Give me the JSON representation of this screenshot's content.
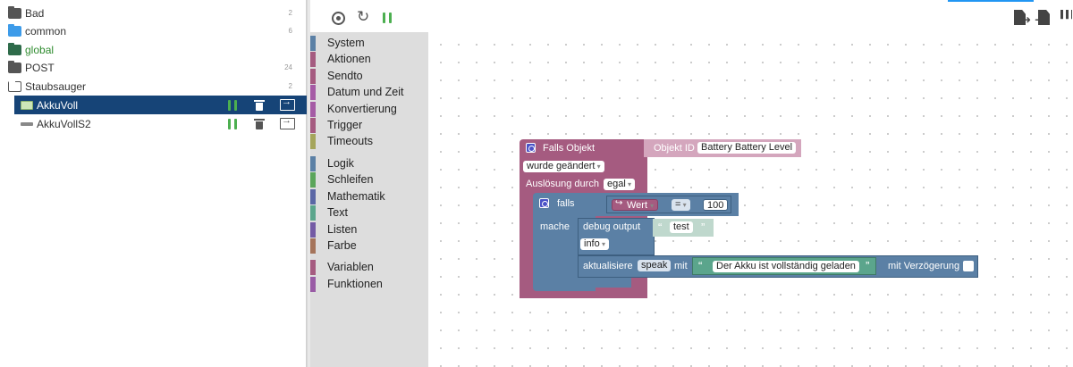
{
  "tree": {
    "folders": [
      {
        "name": "Bad",
        "count": "2",
        "color": "#555555"
      },
      {
        "name": "common",
        "count": "6",
        "color": "#3d9be9"
      },
      {
        "name": "global",
        "count": "",
        "color": "#2e6b4a",
        "text_color": "#2e8b2e"
      },
      {
        "name": "POST",
        "count": "24",
        "color": "#555555"
      },
      {
        "name": "Staubsauger",
        "count": "2",
        "color": "#555555"
      }
    ],
    "scripts": [
      {
        "name": "AkkuVoll",
        "selected": true
      },
      {
        "name": "AkkuVollS2",
        "selected": false
      }
    ]
  },
  "toolbox": {
    "categories": [
      {
        "label": "System",
        "color": "#5b80a5"
      },
      {
        "label": "Aktionen",
        "color": "#a55b80"
      },
      {
        "label": "Sendto",
        "color": "#a55b80"
      },
      {
        "label": "Datum und Zeit",
        "color": "#a55ba5"
      },
      {
        "label": "Konvertierung",
        "color": "#a55ba5"
      },
      {
        "label": "Trigger",
        "color": "#a55b80"
      },
      {
        "label": "Timeouts",
        "color": "#a5a55b"
      },
      {
        "label": "Logik",
        "color": "#5b80a5"
      },
      {
        "label": "Schleifen",
        "color": "#5ba55b"
      },
      {
        "label": "Mathematik",
        "color": "#5b67a5"
      },
      {
        "label": "Text",
        "color": "#5ba58c"
      },
      {
        "label": "Listen",
        "color": "#745ba5"
      },
      {
        "label": "Farbe",
        "color": "#a5745b"
      },
      {
        "label": "Variablen",
        "color": "#a55b80"
      },
      {
        "label": "Funktionen",
        "color": "#995ba5"
      }
    ]
  },
  "blocks": {
    "trigger_label": "Falls Objekt",
    "object_id_label": "Objekt ID",
    "object_id_value": "Battery Battery Level",
    "change_value": "wurde geändert",
    "trigger_by_label": "Auslösung durch",
    "trigger_by_value": "egal",
    "if_label": "falls",
    "do_label": "mache",
    "value_field": "Wert",
    "operator": "=",
    "compare_value": "100",
    "debug_label": "debug output",
    "debug_text": "test",
    "log_level": "info",
    "update_label": "aktualisiere",
    "update_target": "speak",
    "with_label": "mit",
    "speak_text": "Der Akku ist vollständig geladen",
    "delay_label": "mit Verzögerung"
  }
}
